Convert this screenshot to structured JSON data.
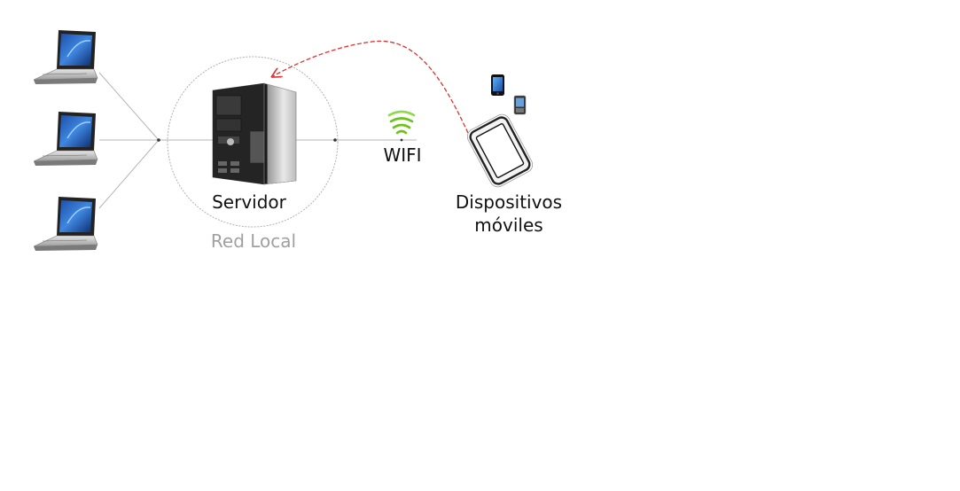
{
  "diagram": {
    "server_label": "Servidor",
    "network_label": "Red Local",
    "wifi_label": "WIFI",
    "mobile_label_line1": "Dispositivos",
    "mobile_label_line2": "móviles"
  },
  "nodes": {
    "laptops": [
      "laptop-icon",
      "laptop-icon",
      "laptop-icon"
    ],
    "server": "server-tower-icon",
    "wifi": "wifi-signal-icon",
    "tablet": "tablet-icon",
    "phones": [
      "smartphone-icon",
      "smartphone-icon"
    ]
  },
  "colors": {
    "line": "#b5b5b5",
    "junction": "#333333",
    "circle": "#b0b0b0",
    "red_arrow": "#e03030",
    "wifi_green": "#6cc21a",
    "muted_label": "#a0a0a0",
    "label": "#111111"
  }
}
